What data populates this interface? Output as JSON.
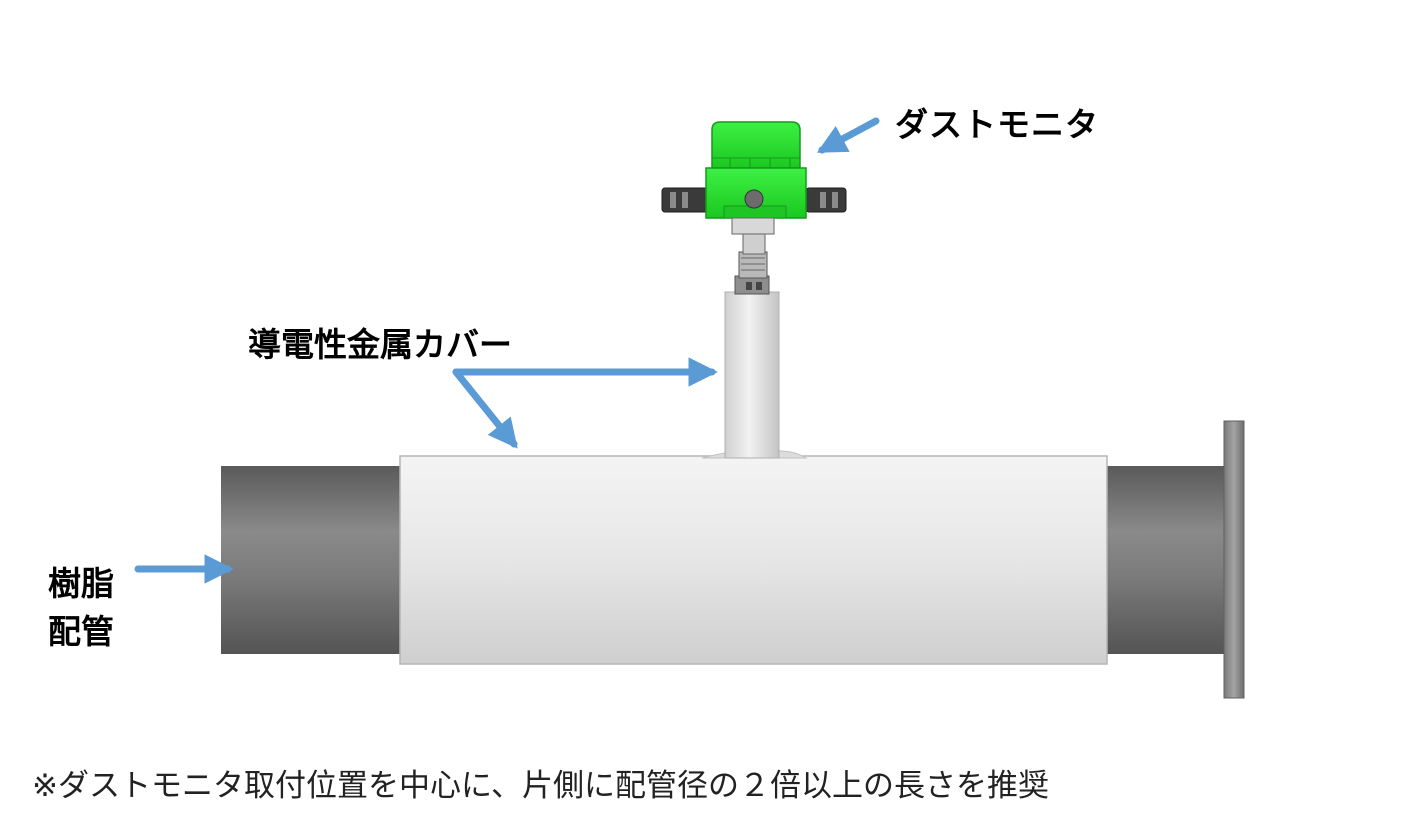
{
  "labels": {
    "dust_monitor": "ダストモニタ",
    "conductive_cover": "導電性金属カバー",
    "resin_pipe_line1": "樹脂",
    "resin_pipe_line2": "配管"
  },
  "note": "※ダストモニタ取付位置を中心に、片側に配管径の２倍以上の長さを推奨",
  "colors": {
    "arrow": "#5b9bd5",
    "monitor_green": "#22e22a",
    "resin_pipe": "#6f6f6f",
    "metal_cover": "#e4e4e4",
    "flange": "#858585"
  }
}
